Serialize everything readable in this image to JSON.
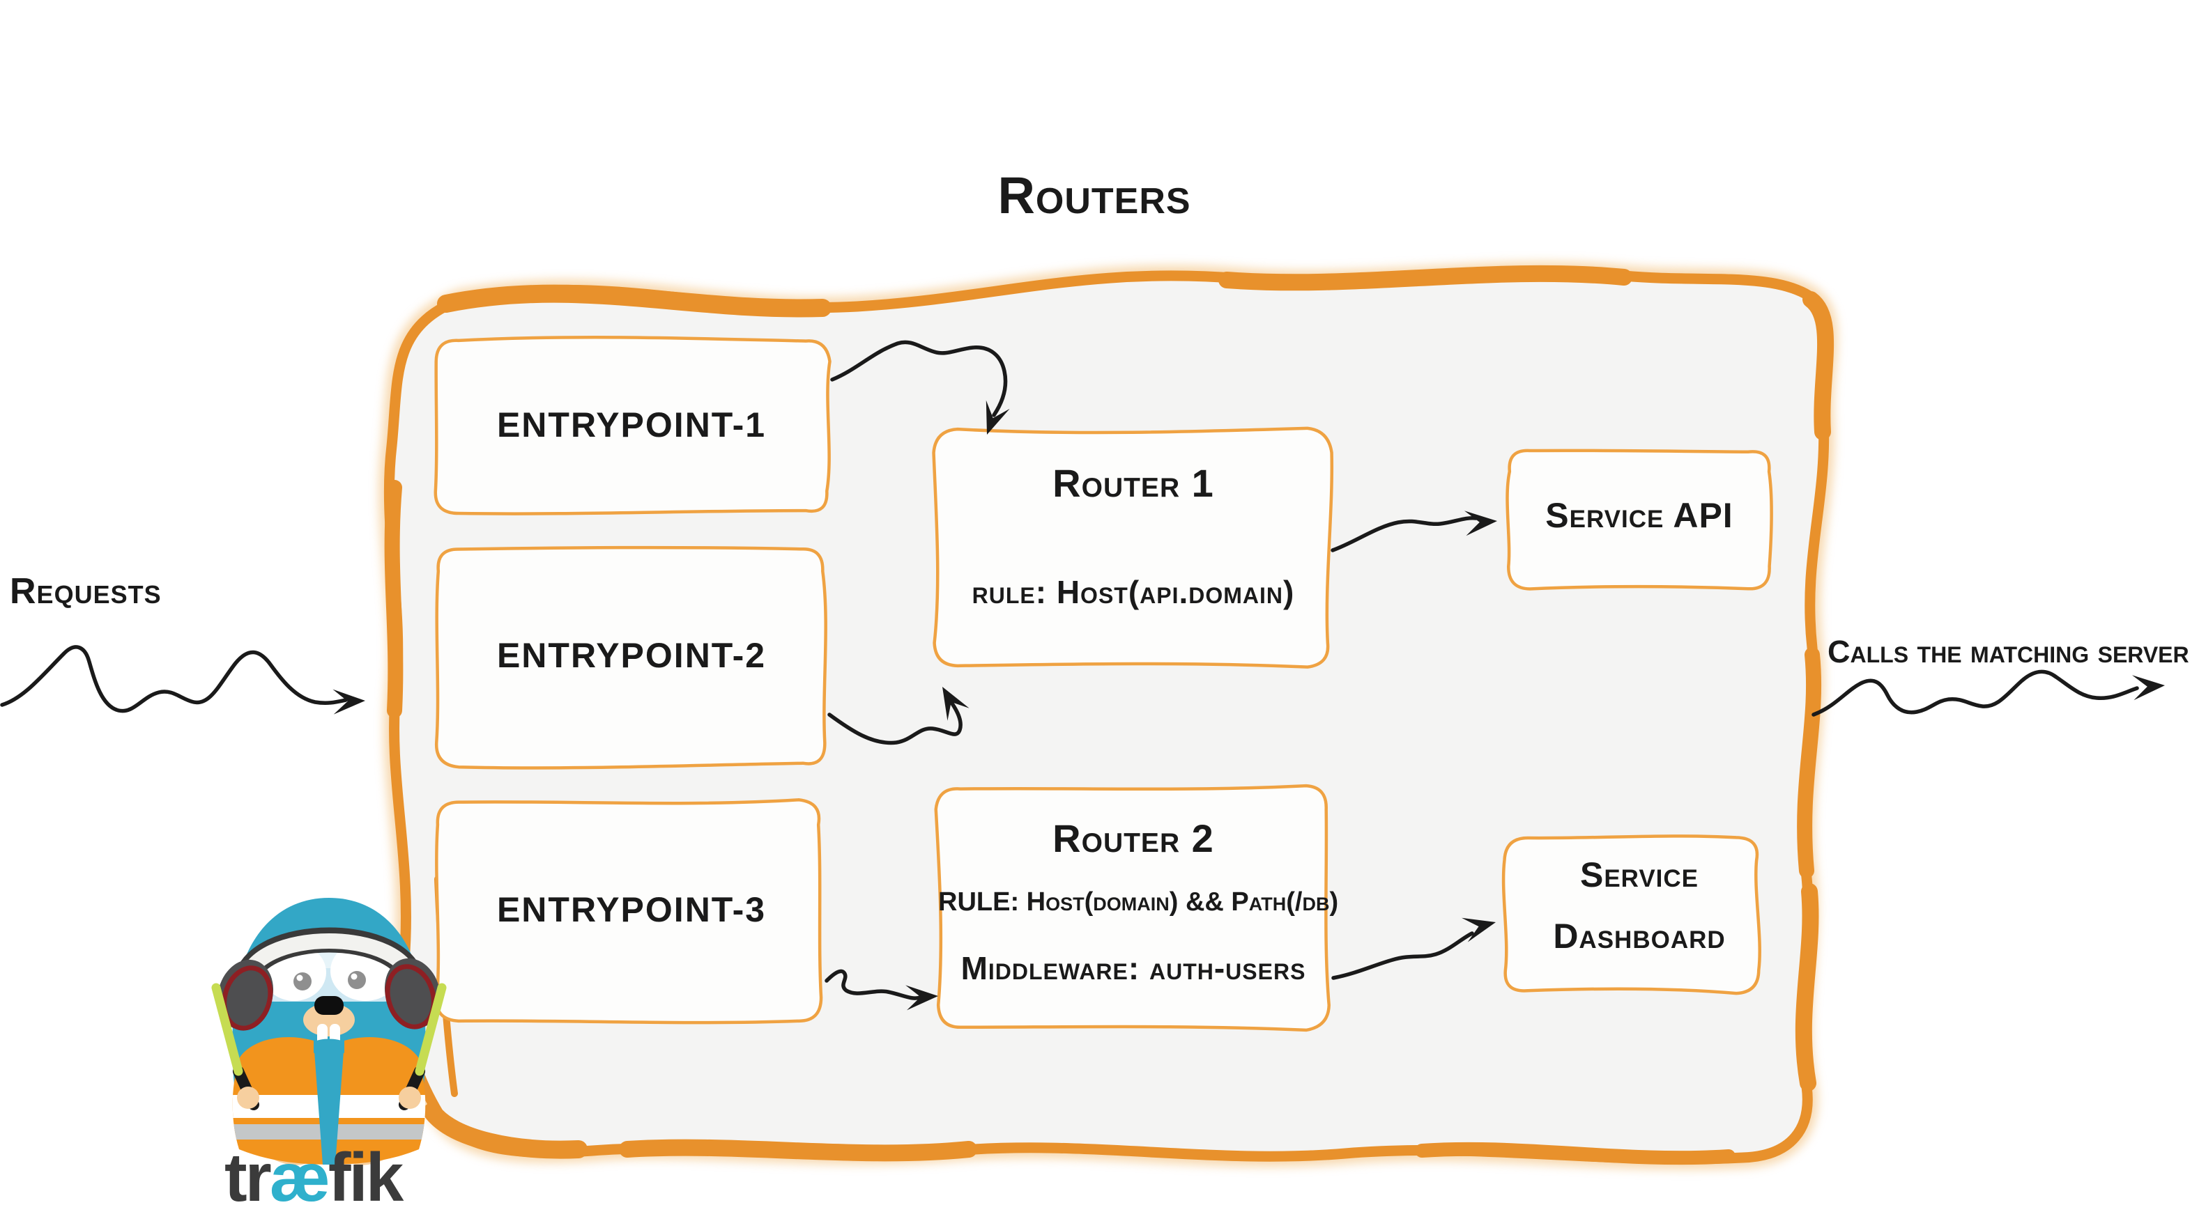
{
  "title": "Routers",
  "outside": {
    "requests_label": "Requests",
    "calls_label": "Calls the matching server"
  },
  "entrypoints": [
    {
      "label": "entrypoint-1"
    },
    {
      "label": "entrypoint-2"
    },
    {
      "label": "entrypoint-3"
    }
  ],
  "routers": [
    {
      "title": "Router 1",
      "rule": "rule: Host(api.domain)"
    },
    {
      "title": "Router 2",
      "rule": "RULE: Host(domain) && Path(/db)",
      "middleware": "Middleware: auth-users"
    }
  ],
  "services": [
    {
      "lines": [
        "Service API"
      ]
    },
    {
      "lines": [
        "Service",
        "Dashboard"
      ]
    }
  ],
  "logo": {
    "prefix": "tr",
    "ligature": "æ",
    "suffix": "fik"
  },
  "connections": [
    {
      "from": "requests",
      "to": "entrypoints"
    },
    {
      "from": "entrypoint-1",
      "to": "router-1"
    },
    {
      "from": "entrypoint-2",
      "to": "router-1"
    },
    {
      "from": "entrypoint-3",
      "to": "router-2"
    },
    {
      "from": "router-1",
      "to": "service-api"
    },
    {
      "from": "router-2",
      "to": "service-dashboard"
    },
    {
      "from": "routers-box",
      "to": "matching-server"
    }
  ],
  "icons": {
    "mascot": "traefik-gopher-mascot",
    "arrow_style": "hand-drawn-scribble-arrow"
  },
  "colors": {
    "container_border": "#E8912C",
    "box_border": "#EFA242",
    "container_fill": "#F4F4F3",
    "box_fill": "#FDFDFC",
    "ink": "#1A1A1A",
    "gopher_body": "#33A7C6",
    "goggle_blue": "#E0F0F7",
    "vest_orange": "#F2941D",
    "stripe_white": "#FFFFFF",
    "stripe_silver": "#C4C7C8",
    "baton_green": "#C6DC52",
    "skin_tan": "#F6CF9F",
    "headphone_gray": "#4E4E50",
    "headphone_red": "#8E1F23",
    "logo_text": "#3B3B3B",
    "logo_accent": "#2FB0CC"
  }
}
